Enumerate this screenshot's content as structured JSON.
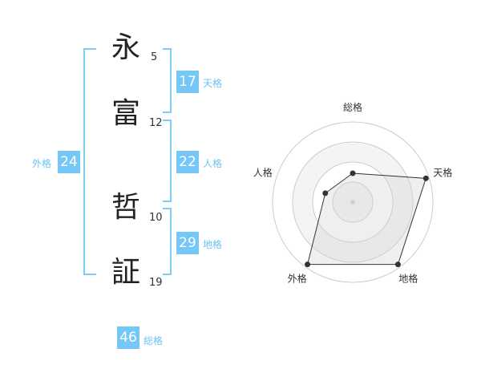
{
  "name": {
    "chars": [
      {
        "char": "永",
        "strokes": "5"
      },
      {
        "char": "富",
        "strokes": "12"
      },
      {
        "char": "哲",
        "strokes": "10"
      },
      {
        "char": "証",
        "strokes": "19"
      }
    ]
  },
  "kakusu": {
    "tenkaku": {
      "value": "17",
      "label": "天格"
    },
    "jinkaku": {
      "value": "22",
      "label": "人格"
    },
    "chikaku": {
      "value": "29",
      "label": "地格"
    },
    "gaikaku": {
      "value": "24",
      "label": "外格"
    },
    "soukaku": {
      "value": "46",
      "label": "総格"
    }
  },
  "chart_data": {
    "type": "radar",
    "axes": [
      "総格",
      "天格",
      "地格",
      "外格",
      "人格"
    ],
    "values": [
      0.36,
      0.96,
      0.96,
      0.96,
      0.36
    ],
    "rings": 4
  },
  "colors": {
    "accent": "#74c7f6",
    "bracket": "#7dcdf7"
  }
}
